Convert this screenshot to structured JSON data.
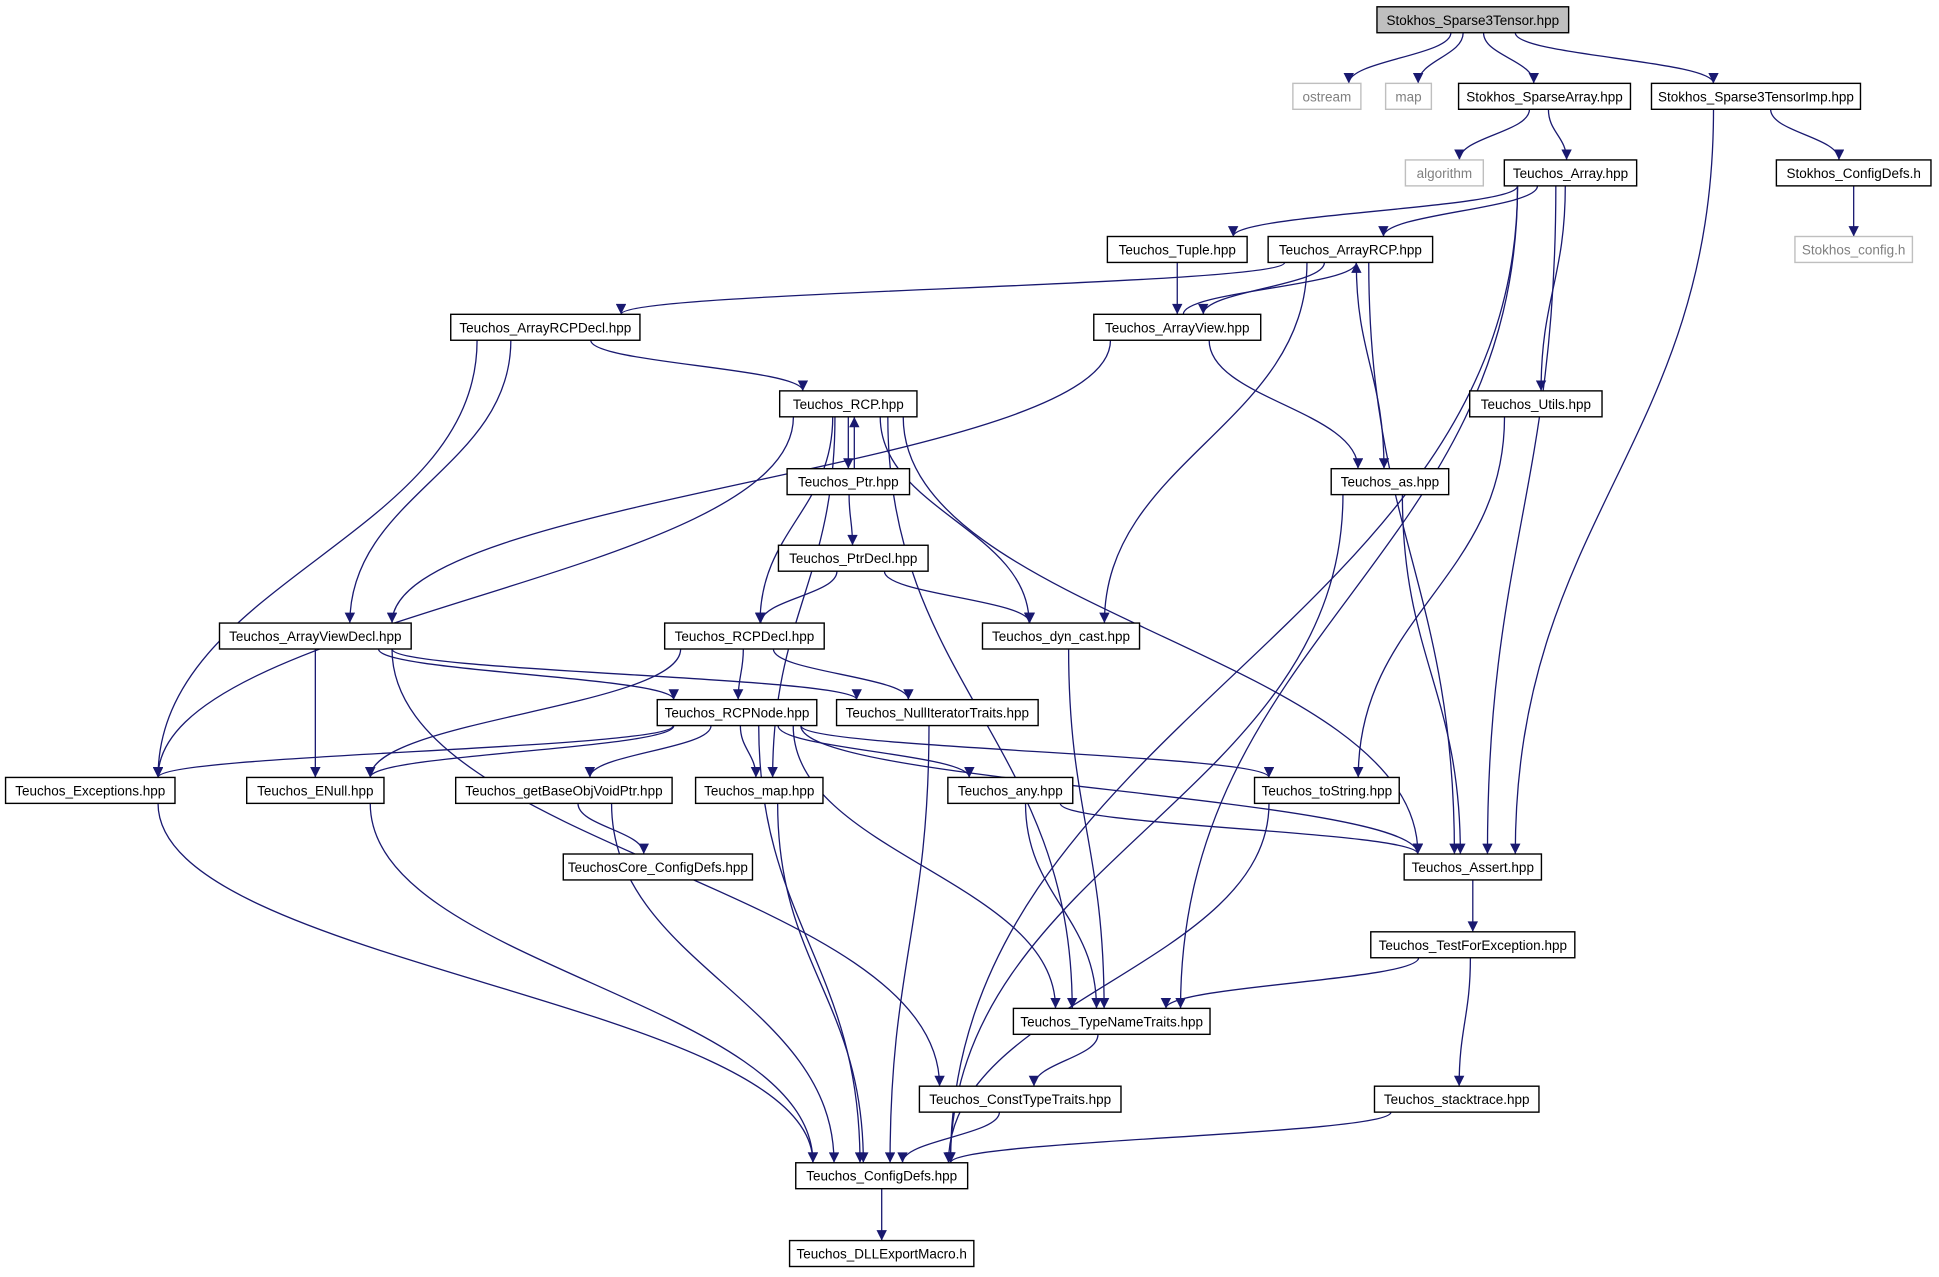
{
  "diagram": {
    "colors": {
      "edge": "#191970",
      "root_fill": "#bfbfbf",
      "external_border": "#bfbfbf",
      "external_text": "#808080"
    },
    "nodes": [
      {
        "id": "sparse3tensor",
        "label": "Stokhos_Sparse3Tensor.hpp",
        "kind": "root"
      },
      {
        "id": "ostream",
        "label": "ostream",
        "kind": "external"
      },
      {
        "id": "map",
        "label": "map",
        "kind": "external"
      },
      {
        "id": "sparsearray",
        "label": "Stokhos_SparseArray.hpp",
        "kind": "file"
      },
      {
        "id": "sparse3tensorimp",
        "label": "Stokhos_Sparse3TensorImp.hpp",
        "kind": "file"
      },
      {
        "id": "algorithm",
        "label": "algorithm",
        "kind": "external"
      },
      {
        "id": "array",
        "label": "Teuchos_Array.hpp",
        "kind": "file"
      },
      {
        "id": "stokhos_configdefs",
        "label": "Stokhos_ConfigDefs.h",
        "kind": "file"
      },
      {
        "id": "tuple",
        "label": "Teuchos_Tuple.hpp",
        "kind": "file"
      },
      {
        "id": "arrayrcp",
        "label": "Teuchos_ArrayRCP.hpp",
        "kind": "file"
      },
      {
        "id": "stokhos_config",
        "label": "Stokhos_config.h",
        "kind": "external"
      },
      {
        "id": "arrayrcpdecl",
        "label": "Teuchos_ArrayRCPDecl.hpp",
        "kind": "file"
      },
      {
        "id": "arrayview",
        "label": "Teuchos_ArrayView.hpp",
        "kind": "file"
      },
      {
        "id": "rcp",
        "label": "Teuchos_RCP.hpp",
        "kind": "file"
      },
      {
        "id": "utils",
        "label": "Teuchos_Utils.hpp",
        "kind": "file"
      },
      {
        "id": "ptr",
        "label": "Teuchos_Ptr.hpp",
        "kind": "file"
      },
      {
        "id": "as",
        "label": "Teuchos_as.hpp",
        "kind": "file"
      },
      {
        "id": "ptrdecl",
        "label": "Teuchos_PtrDecl.hpp",
        "kind": "file"
      },
      {
        "id": "arrayviewdecl",
        "label": "Teuchos_ArrayViewDecl.hpp",
        "kind": "file"
      },
      {
        "id": "rcpdecl",
        "label": "Teuchos_RCPDecl.hpp",
        "kind": "file"
      },
      {
        "id": "dyncast",
        "label": "Teuchos_dyn_cast.hpp",
        "kind": "file"
      },
      {
        "id": "rcpnode",
        "label": "Teuchos_RCPNode.hpp",
        "kind": "file"
      },
      {
        "id": "nulliter",
        "label": "Teuchos_NullIteratorTraits.hpp",
        "kind": "file"
      },
      {
        "id": "exceptions",
        "label": "Teuchos_Exceptions.hpp",
        "kind": "file"
      },
      {
        "id": "enull",
        "label": "Teuchos_ENull.hpp",
        "kind": "file"
      },
      {
        "id": "getbase",
        "label": "Teuchos_getBaseObjVoidPtr.hpp",
        "kind": "file"
      },
      {
        "id": "teuchos_map",
        "label": "Teuchos_map.hpp",
        "kind": "file"
      },
      {
        "id": "any",
        "label": "Teuchos_any.hpp",
        "kind": "file"
      },
      {
        "id": "tostring",
        "label": "Teuchos_toString.hpp",
        "kind": "file"
      },
      {
        "id": "coreconfig",
        "label": "TeuchosCore_ConfigDefs.hpp",
        "kind": "file"
      },
      {
        "id": "assert",
        "label": "Teuchos_Assert.hpp",
        "kind": "file"
      },
      {
        "id": "testforexc",
        "label": "Teuchos_TestForException.hpp",
        "kind": "file"
      },
      {
        "id": "typename",
        "label": "Teuchos_TypeNameTraits.hpp",
        "kind": "file"
      },
      {
        "id": "consttype",
        "label": "Teuchos_ConstTypeTraits.hpp",
        "kind": "file"
      },
      {
        "id": "stacktrace",
        "label": "Teuchos_stacktrace.hpp",
        "kind": "file"
      },
      {
        "id": "configdefs",
        "label": "Teuchos_ConfigDefs.hpp",
        "kind": "file"
      },
      {
        "id": "dllexport",
        "label": "Teuchos_DLLExportMacro.h",
        "kind": "file"
      }
    ],
    "edges": [
      [
        "sparse3tensor",
        "ostream"
      ],
      [
        "sparse3tensor",
        "map"
      ],
      [
        "sparse3tensor",
        "sparsearray"
      ],
      [
        "sparse3tensor",
        "sparse3tensorimp"
      ],
      [
        "sparsearray",
        "algorithm"
      ],
      [
        "sparsearray",
        "array"
      ],
      [
        "sparse3tensorimp",
        "stokhos_configdefs"
      ],
      [
        "sparse3tensorimp",
        "assert"
      ],
      [
        "stokhos_configdefs",
        "stokhos_config"
      ],
      [
        "array",
        "tuple"
      ],
      [
        "array",
        "arrayrcp"
      ],
      [
        "array",
        "utils"
      ],
      [
        "array",
        "assert"
      ],
      [
        "array",
        "typename"
      ],
      [
        "array",
        "configdefs"
      ],
      [
        "tuple",
        "arrayview"
      ],
      [
        "arrayrcp",
        "arrayrcpdecl"
      ],
      [
        "arrayrcp",
        "arrayview"
      ],
      [
        "arrayrcp",
        "as"
      ],
      [
        "arrayrcp",
        "dyncast"
      ],
      [
        "arrayrcp",
        "assert"
      ],
      [
        "arrayview",
        "arrayrcp"
      ],
      [
        "arrayview",
        "arrayviewdecl"
      ],
      [
        "arrayview",
        "as"
      ],
      [
        "arrayrcpdecl",
        "rcp"
      ],
      [
        "arrayrcpdecl",
        "arrayviewdecl"
      ],
      [
        "arrayrcpdecl",
        "exceptions"
      ],
      [
        "rcp",
        "ptr"
      ],
      [
        "rcp",
        "rcpdecl"
      ],
      [
        "rcp",
        "dyncast"
      ],
      [
        "rcp",
        "exceptions"
      ],
      [
        "rcp",
        "teuchos_map"
      ],
      [
        "rcp",
        "typename"
      ],
      [
        "rcp",
        "assert"
      ],
      [
        "ptr",
        "rcp"
      ],
      [
        "ptr",
        "ptrdecl"
      ],
      [
        "ptrdecl",
        "rcpdecl"
      ],
      [
        "ptrdecl",
        "dyncast"
      ],
      [
        "utils",
        "tostring"
      ],
      [
        "as",
        "assert"
      ],
      [
        "as",
        "configdefs"
      ],
      [
        "arrayviewdecl",
        "rcpnode"
      ],
      [
        "arrayviewdecl",
        "nulliter"
      ],
      [
        "arrayviewdecl",
        "enull"
      ],
      [
        "arrayviewdecl",
        "consttype"
      ],
      [
        "rcpdecl",
        "rcpnode"
      ],
      [
        "rcpdecl",
        "nulliter"
      ],
      [
        "rcpdecl",
        "enull"
      ],
      [
        "dyncast",
        "typename"
      ],
      [
        "rcpnode",
        "exceptions"
      ],
      [
        "rcpnode",
        "enull"
      ],
      [
        "rcpnode",
        "getbase"
      ],
      [
        "rcpnode",
        "teuchos_map"
      ],
      [
        "rcpnode",
        "any"
      ],
      [
        "rcpnode",
        "tostring"
      ],
      [
        "rcpnode",
        "assert"
      ],
      [
        "rcpnode",
        "typename"
      ],
      [
        "rcpnode",
        "configdefs"
      ],
      [
        "nulliter",
        "configdefs"
      ],
      [
        "exceptions",
        "configdefs"
      ],
      [
        "enull",
        "configdefs"
      ],
      [
        "getbase",
        "coreconfig"
      ],
      [
        "getbase",
        "configdefs"
      ],
      [
        "teuchos_map",
        "configdefs"
      ],
      [
        "any",
        "assert"
      ],
      [
        "any",
        "typename"
      ],
      [
        "tostring",
        "configdefs"
      ],
      [
        "assert",
        "testforexc"
      ],
      [
        "testforexc",
        "typename"
      ],
      [
        "testforexc",
        "stacktrace"
      ],
      [
        "typename",
        "consttype"
      ],
      [
        "consttype",
        "configdefs"
      ],
      [
        "stacktrace",
        "configdefs"
      ],
      [
        "configdefs",
        "dllexport"
      ]
    ]
  }
}
